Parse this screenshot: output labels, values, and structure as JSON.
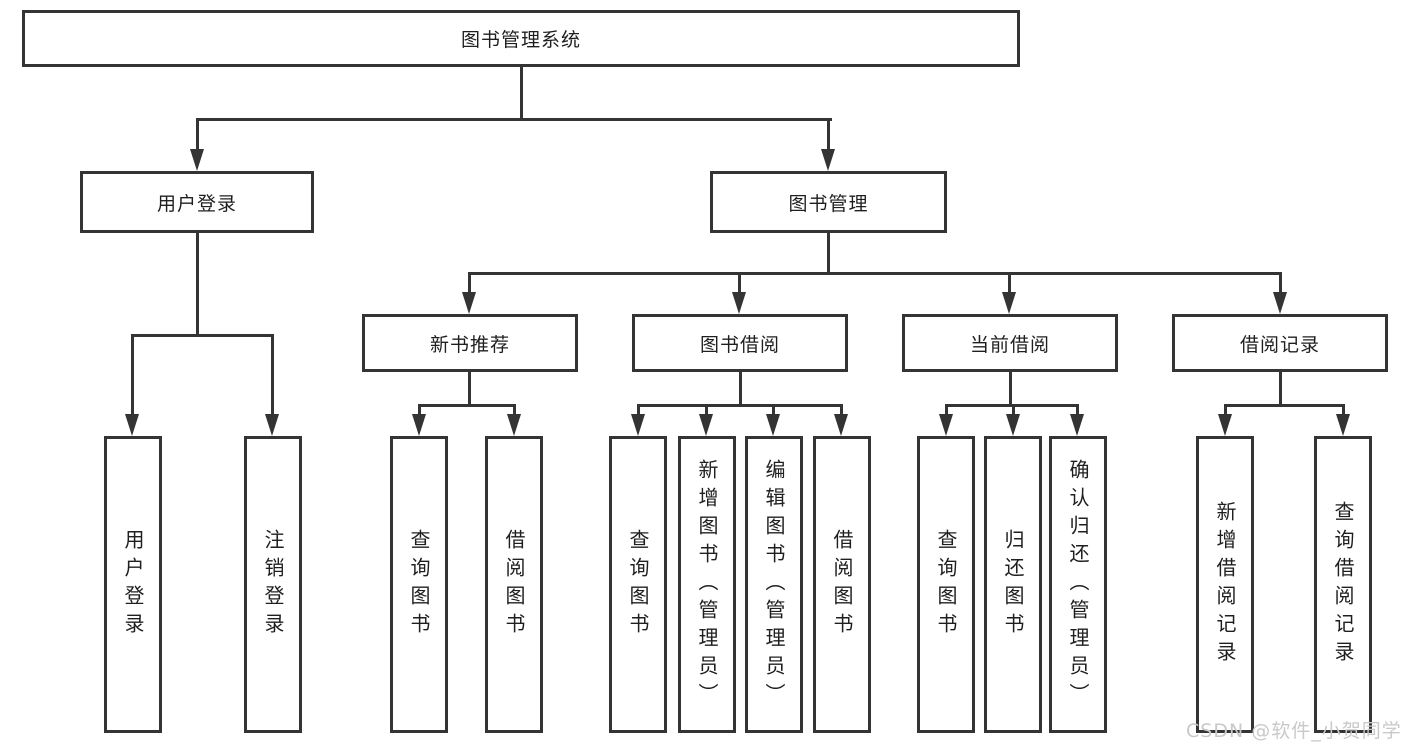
{
  "diagram": {
    "title": "图书管理系统",
    "colors": {
      "line": "#343434",
      "text": "#1f1f1f",
      "background": "#ffffff",
      "watermark": "#c9c9c9"
    },
    "tree": {
      "root": {
        "label": "图书管理系统"
      },
      "branches": [
        {
          "label": "用户登录",
          "children": [
            {
              "label": "用户登录"
            },
            {
              "label": "注销登录"
            }
          ]
        },
        {
          "label": "图书管理",
          "children": [
            {
              "label": "新书推荐",
              "children": [
                {
                  "label": "查询图书"
                },
                {
                  "label": "借阅图书"
                }
              ]
            },
            {
              "label": "图书借阅",
              "children": [
                {
                  "label": "查询图书"
                },
                {
                  "label": "新增图书（管理员）"
                },
                {
                  "label": "编辑图书（管理员）"
                },
                {
                  "label": "借阅图书"
                }
              ]
            },
            {
              "label": "当前借阅",
              "children": [
                {
                  "label": "查询图书"
                },
                {
                  "label": "归还图书"
                },
                {
                  "label": "确认归还（管理员）"
                }
              ]
            },
            {
              "label": "借阅记录",
              "children": [
                {
                  "label": "新增借阅记录"
                },
                {
                  "label": "查询借阅记录"
                }
              ]
            }
          ]
        }
      ]
    },
    "watermark": {
      "text": "CSDN @软件_小贺同学"
    }
  }
}
